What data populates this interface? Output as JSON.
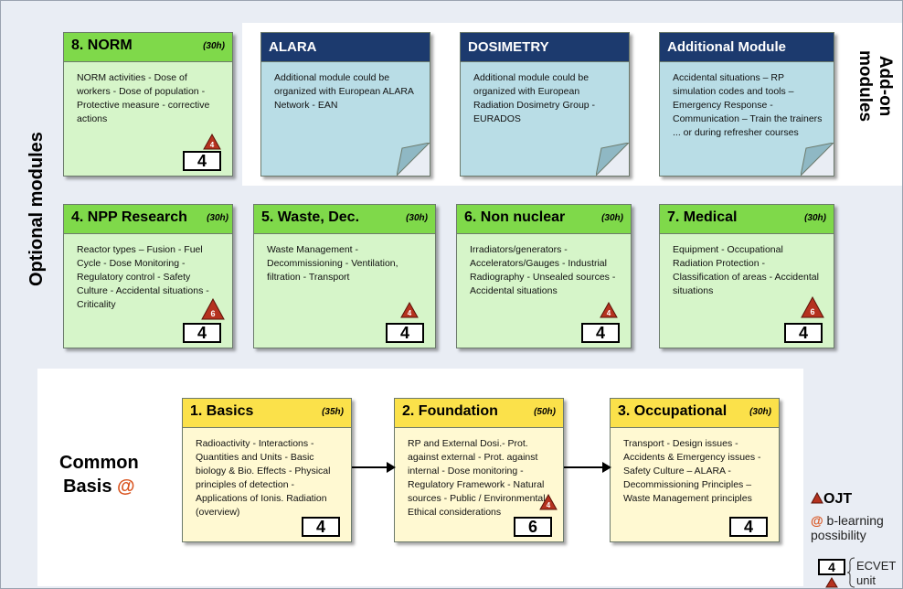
{
  "labels": {
    "optional_modules": "Optional modules",
    "addon_line1": "Add-on",
    "addon_line2": "modules",
    "common_line1": "Common",
    "common_line2": "Basis",
    "at_symbol": "@"
  },
  "addon_cards": [
    {
      "title": "8. NORM",
      "hours": "(30h)",
      "text": "NORM activities - Dose of workers - Dose of population - Protective measure - corrective actions",
      "ects": "4",
      "ojt": "4",
      "color": "green"
    },
    {
      "title": "ALARA",
      "hours": "",
      "text": "Additional module could be organized with European ALARA Network - EAN",
      "ects": "",
      "ojt": "",
      "color": "blue"
    },
    {
      "title": "DOSIMETRY",
      "hours": "",
      "text": "Additional module could be organized with European Radiation Dosimetry Group - EURADOS",
      "ects": "",
      "ojt": "",
      "color": "blue"
    },
    {
      "title": "Additional Module",
      "hours": "",
      "text": "Accidental situations – RP simulation codes and tools – Emergency Response - Communication – Train the trainers ... or during refresher courses",
      "ects": "",
      "ojt": "",
      "color": "blue"
    }
  ],
  "optional_cards": [
    {
      "title": "4. NPP Research",
      "hours": "(30h)",
      "text": "Reactor types – Fusion - Fuel Cycle - Dose Monitoring - Regulatory control - Safety Culture - Accidental situations - Criticality",
      "ects": "4",
      "ojt": "6"
    },
    {
      "title": "5. Waste, Dec.",
      "hours": "(30h)",
      "text": "Waste Management - Decommissioning - Ventilation, filtration - Transport",
      "ects": "4",
      "ojt": "4"
    },
    {
      "title": "6. Non nuclear",
      "hours": "(30h)",
      "text": "Irradiators/generators - Accelerators/Gauges - Industrial Radiography - Unsealed sources - Accidental situations",
      "ects": "4",
      "ojt": "4"
    },
    {
      "title": "7. Medical",
      "hours": "(30h)",
      "text": "Equipment - Occupational Radiation Protection - Classification of areas - Accidental situations",
      "ects": "4",
      "ojt": "6"
    }
  ],
  "common_cards": [
    {
      "title": "1. Basics",
      "hours": "(35h)",
      "text": "Radioactivity - Interactions - Quantities and Units - Basic biology & Bio. Effects - Physical principles of detection - Applications of Ionis. Radiation (overview)",
      "ects": "4",
      "ojt": ""
    },
    {
      "title": "2. Foundation",
      "hours": "(50h)",
      "text": "RP and External Dosi.- Prot. against external - Prot. against internal - Dose monitoring - Regulatory Framework - Natural sources - Public / Environmental - Ethical considerations",
      "ects": "6",
      "ojt": "4"
    },
    {
      "title": "3. Occupational",
      "hours": "(30h)",
      "text": "Transport - Design issues - Accidents & Emergency issues - Safety Culture – ALARA - Decommissioning Principles – Waste Management principles",
      "ects": "4",
      "ojt": ""
    }
  ],
  "legend": {
    "ojt_label": "OJT",
    "blearning_at": "@",
    "blearning_line1": " b-learning",
    "blearning_line2": "possibility",
    "ects_box": "4",
    "ects_label": "ECVET",
    "unit_label": "unit"
  },
  "colors": {
    "green_header": "#7fd94a",
    "green_body": "#d6f5c9",
    "blue_header": "#1c3a6e",
    "blue_body": "#b9dde6",
    "yellow_header": "#fbe14a",
    "yellow_body": "#fff9d2",
    "ojt_triangle": "#b5321f",
    "at_color": "#d9531e"
  }
}
